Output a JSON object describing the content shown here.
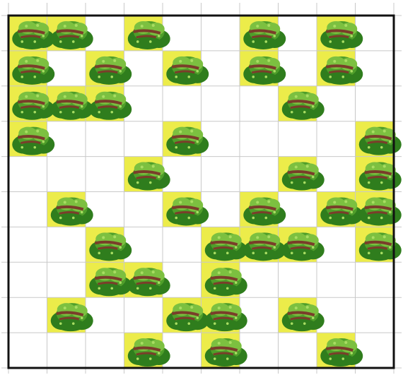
{
  "board": {
    "rows": 10,
    "cols": 10,
    "cell_fill_color": "#ecec4a",
    "grid_line_color": "#c8c8c8",
    "frame_color": "#111111",
    "tile_icon": "bush-icon",
    "foliage_colors": [
      "#2f7d1d",
      "#4f9e2a",
      "#7cc040",
      "#a8dd62"
    ],
    "trunk_color": "#7a3e2a",
    "filled_cells": [
      [
        0,
        0
      ],
      [
        0,
        1
      ],
      [
        0,
        3
      ],
      [
        0,
        6
      ],
      [
        0,
        8
      ],
      [
        1,
        0
      ],
      [
        1,
        2
      ],
      [
        1,
        4
      ],
      [
        1,
        6
      ],
      [
        1,
        8
      ],
      [
        2,
        0
      ],
      [
        2,
        1
      ],
      [
        2,
        2
      ],
      [
        2,
        7
      ],
      [
        3,
        0
      ],
      [
        3,
        4
      ],
      [
        3,
        9
      ],
      [
        4,
        3
      ],
      [
        4,
        7
      ],
      [
        4,
        9
      ],
      [
        5,
        1
      ],
      [
        5,
        4
      ],
      [
        5,
        6
      ],
      [
        5,
        8
      ],
      [
        5,
        9
      ],
      [
        6,
        2
      ],
      [
        6,
        5
      ],
      [
        6,
        6
      ],
      [
        6,
        7
      ],
      [
        6,
        9
      ],
      [
        7,
        2
      ],
      [
        7,
        3
      ],
      [
        7,
        5
      ],
      [
        8,
        1
      ],
      [
        8,
        4
      ],
      [
        8,
        5
      ],
      [
        8,
        7
      ],
      [
        9,
        3
      ],
      [
        9,
        5
      ],
      [
        9,
        8
      ]
    ]
  }
}
